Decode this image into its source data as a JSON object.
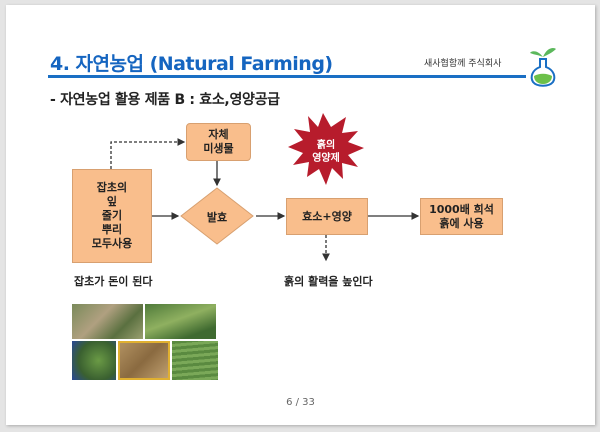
{
  "header": {
    "title": "4. 자연농업 (Natural Farming)",
    "company": "새사협함께 주식회사",
    "subtitle": "- 자연농업 활용 제품 B : 효소,영양공급"
  },
  "diagram": {
    "weeds_box": [
      "잡초의",
      "잎",
      "줄기",
      "뿌리",
      "모두사용"
    ],
    "microbes_box": [
      "자체",
      "미생물"
    ],
    "ferment": "발효",
    "starburst": [
      "흙의",
      "영양제"
    ],
    "enzyme_box": "효소+영양",
    "dilution_box": [
      "1000배 희석",
      "흙에 사용"
    ],
    "caption_left": "잡초가 돈이 된다",
    "caption_center": "흙의 활력을 높인다"
  },
  "colors": {
    "accent": "#1565c0",
    "box": "#f9be8c",
    "starburst": "#b71c2c"
  },
  "footer": {
    "page": "6 / 33"
  }
}
